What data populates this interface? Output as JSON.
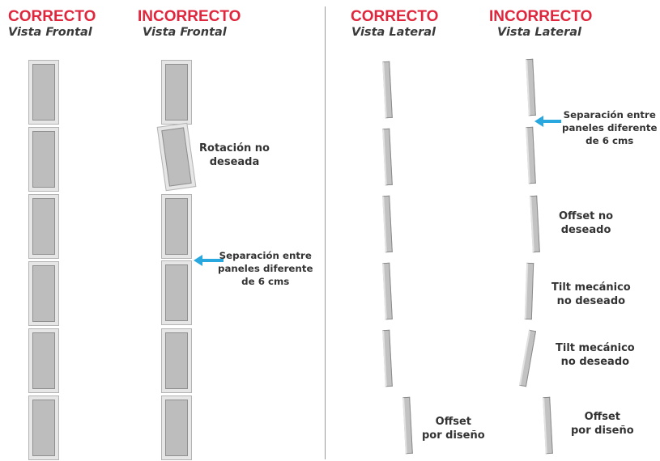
{
  "headers": {
    "front_correct": {
      "title": "CORRECTO",
      "subtitle": "Vista Frontal"
    },
    "front_incorrect": {
      "title": "INCORRECTO",
      "subtitle": "Vista Frontal"
    },
    "side_correct": {
      "title": "CORRECTO",
      "subtitle": "Vista Lateral"
    },
    "side_incorrect": {
      "title": "INCORRECTO",
      "subtitle": "Vista Lateral"
    }
  },
  "notes": {
    "rotation": [
      "Rotación no",
      "deseada"
    ],
    "front_gap": [
      "Separación entre",
      "paneles diferente",
      "de 6 cms"
    ],
    "side_gap": [
      "Separación entre",
      "paneles diferente",
      "de 6 cms"
    ],
    "offset_unwanted": [
      "Offset  no",
      "deseado"
    ],
    "tilt_1": [
      "Tilt mecánico",
      "no deseado"
    ],
    "tilt_2": [
      "Tilt mecánico",
      "no deseado"
    ],
    "offset_design_correct": [
      "Offset",
      "por diseño"
    ],
    "offset_design_incorrect": [
      "Offset",
      "por diseño"
    ]
  },
  "colors": {
    "title_red": "#e0263c",
    "arrow_blue": "#29a8e0",
    "panel_gray": "#bdbdbd"
  }
}
